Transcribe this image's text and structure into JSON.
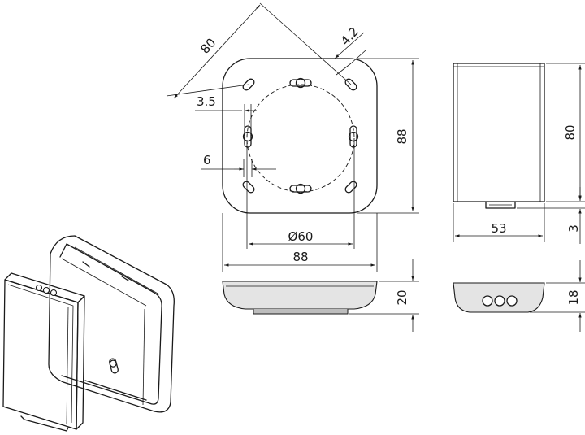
{
  "dimensions": {
    "diagonal": "80",
    "hole_width": "4.2",
    "slot_width": "3.5",
    "slot_offset": "6",
    "height_front": "88",
    "width_front": "88",
    "bore": "Ø60",
    "side_height": "80",
    "side_width": "53",
    "side_gap": "3",
    "base_height": "20",
    "module_height": "18"
  }
}
